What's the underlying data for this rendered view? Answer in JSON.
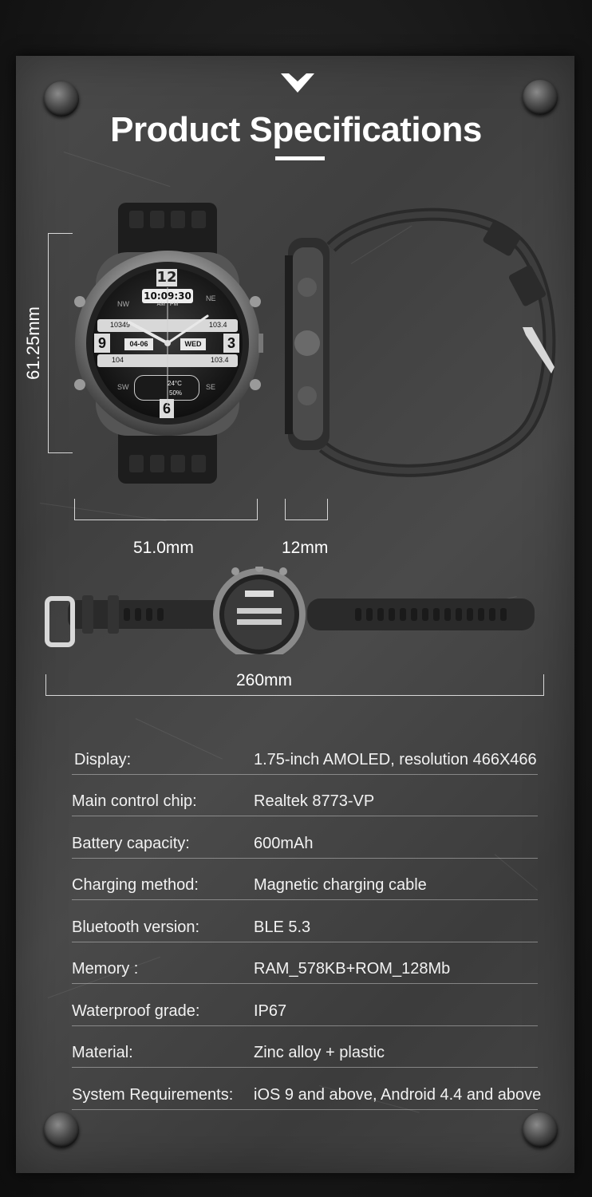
{
  "header": {
    "title": "Product Specifications"
  },
  "dimensions": {
    "height": "61.25mm",
    "width": "51.0mm",
    "thickness": "12mm",
    "length": "260mm"
  },
  "watch_face": {
    "time": "10:09:30",
    "ampm": "AM | PM",
    "steps": "10349",
    "distance_top": "103.4",
    "date": "04-06",
    "weekday": "WED",
    "heart": "104",
    "distance_bottom": "103.4",
    "temperature": "24°C",
    "battery": "50%",
    "numerals": [
      "12",
      "3",
      "6",
      "9"
    ],
    "compass": [
      "NW",
      "NE",
      "SW",
      "SE"
    ]
  },
  "specs": [
    {
      "label": "Display:",
      "value": "1.75-inch AMOLED, resolution 466X466"
    },
    {
      "label": "Main control chip:",
      "value": "Realtek 8773-VP"
    },
    {
      "label": "Battery capacity:",
      "value": "600mAh"
    },
    {
      "label": "Charging method:",
      "value": "Magnetic charging cable"
    },
    {
      "label": "Bluetooth version:",
      "value": "BLE 5.3"
    },
    {
      "label": "Memory :",
      "value": "RAM_578KB+ROM_128Mb"
    },
    {
      "label": "Waterproof grade:",
      "value": "IP67"
    },
    {
      "label": "Material:",
      "value": "Zinc alloy + plastic"
    },
    {
      "label": "System Requirements:",
      "value": "iOS 9 and above, Android 4.4 and above"
    }
  ]
}
